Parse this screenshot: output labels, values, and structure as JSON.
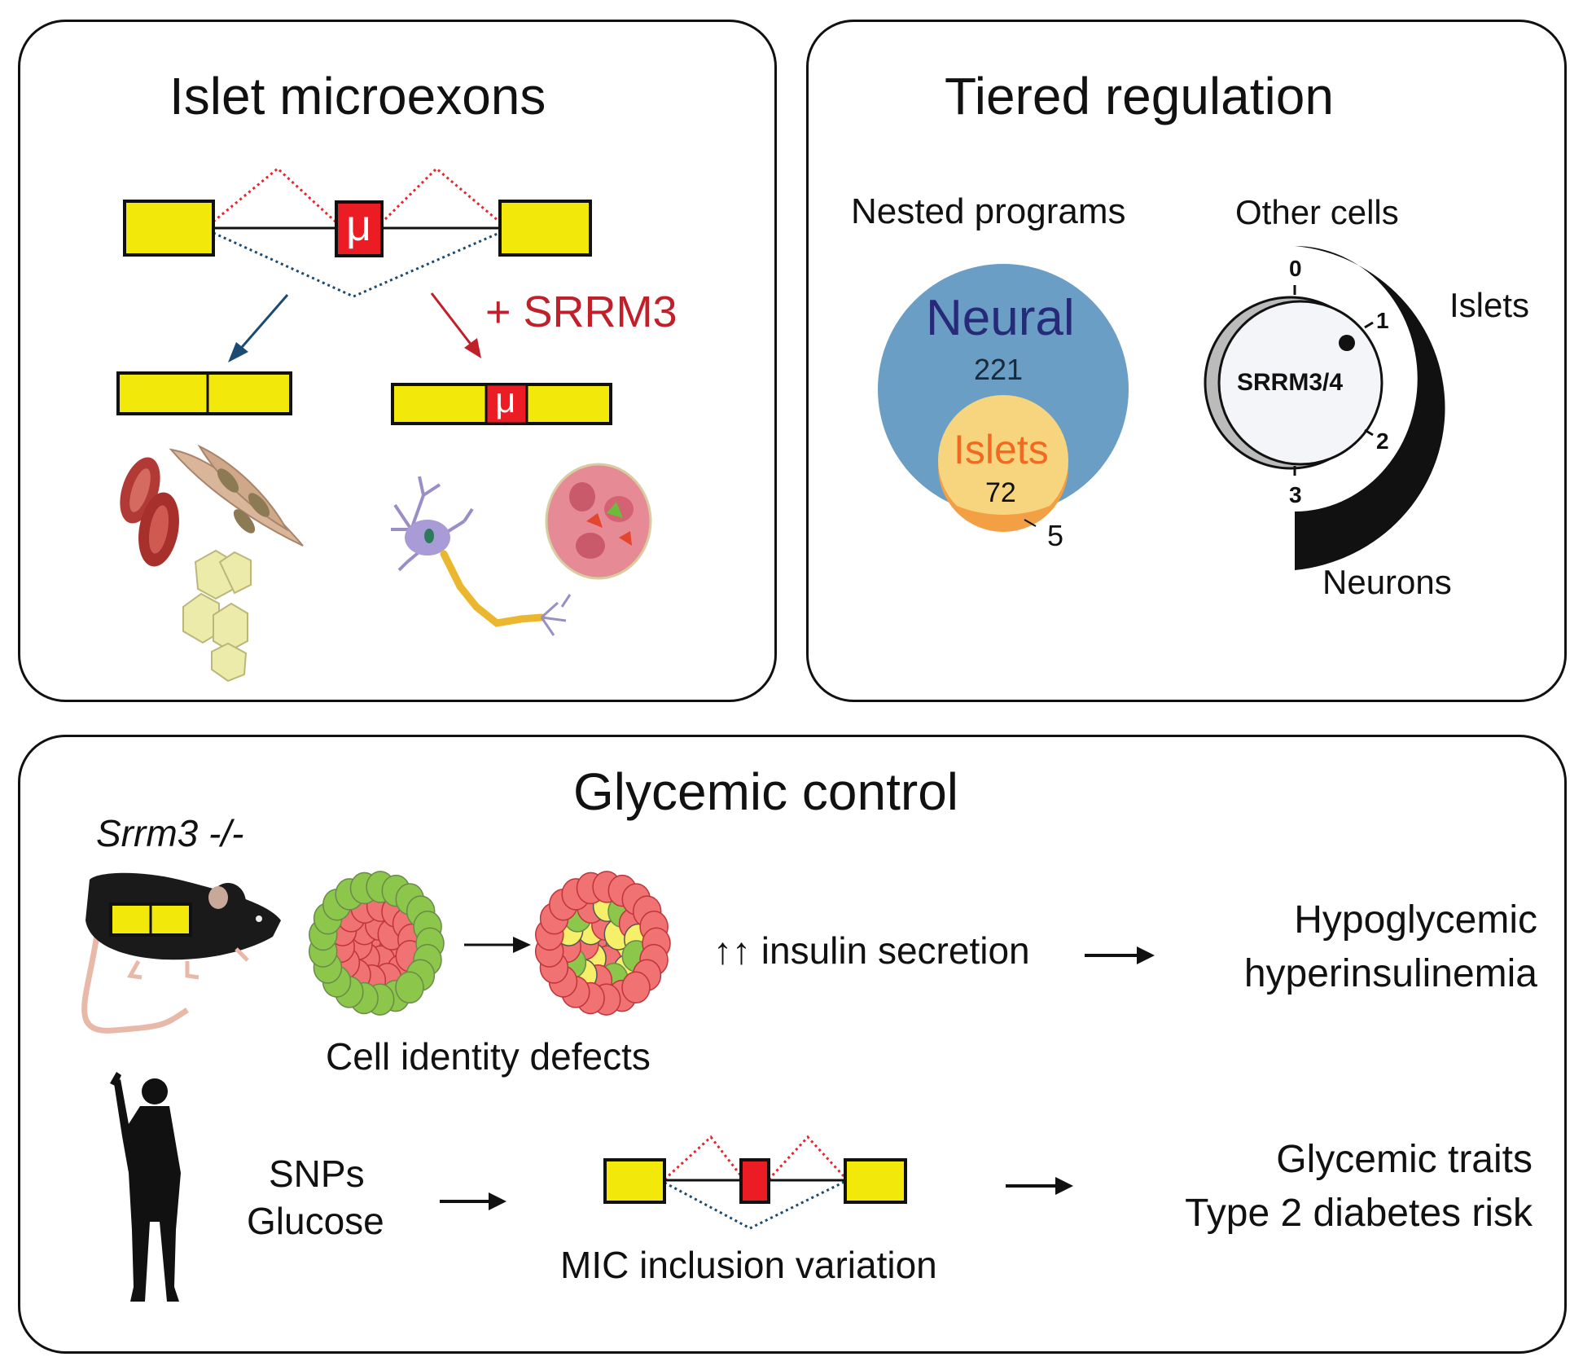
{
  "panels": {
    "islet_microexons": {
      "title": "Islet microexons",
      "microexon_symbol": "μ",
      "regulator_label": "+ SRRM3",
      "colors": {
        "exon": "#f2e90a",
        "microexon": "#ec1c24",
        "skip_path": "#1b4a72",
        "include_path": "#e8252d",
        "include_arrow": "#c0202a"
      },
      "cell_groups": [
        {
          "name": "non-neural cells (erythrocytes, smooth muscle, adipocytes)",
          "splicing": "microexon skipped"
        },
        {
          "name": "neurons and islet cells",
          "splicing": "microexon included"
        }
      ]
    },
    "tiered_regulation": {
      "title": "Tiered regulation",
      "nested_label": "Nested programs",
      "venn": {
        "neural_label": "Neural",
        "neural_count": "221",
        "islets_label": "Islets",
        "islets_count": "72",
        "islets_only_count": "5",
        "colors": {
          "neural": "#6a9ec4",
          "islets": "#f7d57e",
          "islets_only": "#f3a045",
          "neural_text": "#262a78",
          "islets_text": "#f26a22"
        }
      },
      "dial": {
        "top_label": "Other cells",
        "center_label": "SRRM3/4",
        "ticks": [
          "0",
          "1",
          "2",
          "3"
        ],
        "right_label": "Islets",
        "bottom_label": "Neurons",
        "indicator_level": 1
      }
    },
    "glycemic_control": {
      "title": "Glycemic control",
      "mouse_label": "Srrm3 -/-",
      "cell_identity_label": "Cell identity defects",
      "insulin_label": "↑↑ insulin secretion",
      "mouse_outcome": [
        "Hypoglycemic",
        "hyperinsulinemia"
      ],
      "human_inputs": [
        "SNPs",
        "Glucose"
      ],
      "mic_label": "MIC inclusion variation",
      "human_outcome": [
        "Glycemic traits",
        "Type 2 diabetes risk"
      ],
      "islet_colors": {
        "beta": "#f07272",
        "alpha": "#8cc64a",
        "intermediate": "#f6ef6a"
      }
    }
  }
}
